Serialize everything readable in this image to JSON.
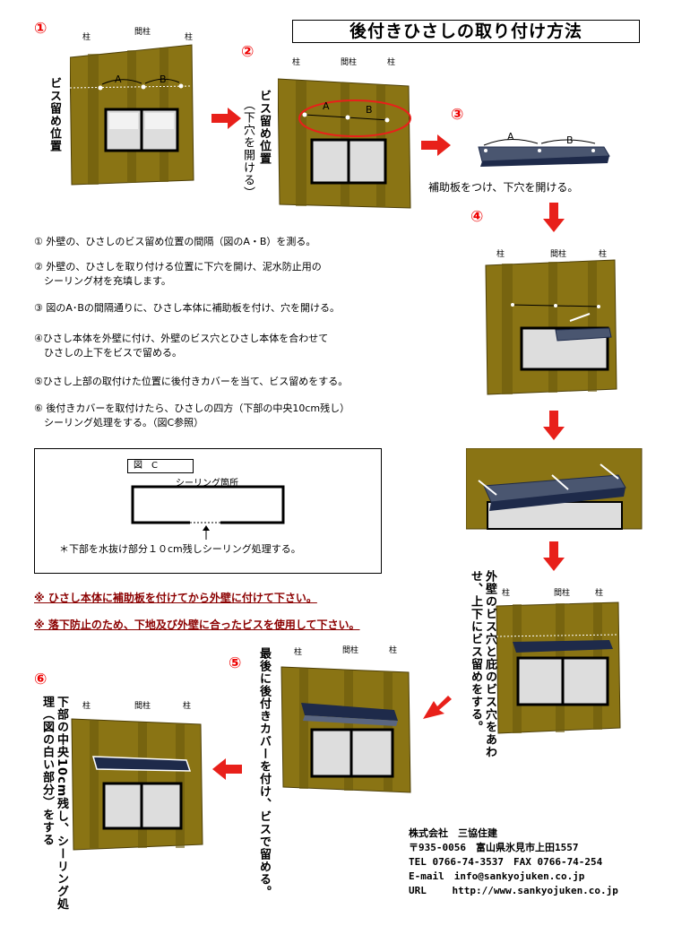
{
  "title": "後付きひさしの取り付け方法",
  "step_numbers": [
    "①",
    "②",
    "③",
    "④",
    "⑤",
    "⑥"
  ],
  "labels": {
    "pillar": "柱",
    "middle_pillar": "間柱",
    "a": "A",
    "b": "B",
    "step1_vertical": "ビス留め位置",
    "step2_vertical_1": "ビス留め位置",
    "step2_vertical_2": "（下穴を開ける）",
    "step3_caption": "補助板をつけ、下穴を開ける。",
    "step4_vertical": "外壁のビス穴と庇のビス穴をあわせ、上下にビス留めをする。",
    "step5_vertical": "最後に後付きカバーを付け、ビスで留める。",
    "step6_vertical": "下部の中央10cm残し、シーリング処理（図の白い部分）をする"
  },
  "instructions": [
    "① 外壁の、ひさしのビス留め位置の間隔（図のA・B）を測る。",
    "② 外壁の、ひさしを取り付ける位置に下穴を開け、泥水防止用の",
    "　シーリング材を充填します。",
    "③ 図のA･Bの間隔通りに、ひさし本体に補助板を付け、穴を開ける。",
    "④ひさし本体を外壁に付け、外壁のビス穴とひさし本体を合わせて",
    "　ひさしの上下をビスで留める。",
    "⑤ひさし上部の取付けた位置に後付きカバーを当て、ビス留めをする。",
    "⑥ 後付きカバーを取付けたら、ひさしの四方（下部の中央10cm残し）",
    "　シーリング処理をする。（図C参照）"
  ],
  "figure_c": {
    "label": "図　C",
    "sealing": "シーリング箇所",
    "note": "＊下部を水抜け部分１０cm残しシーリング処理する。"
  },
  "warnings": [
    "※ ひさし本体に補助板を付けてから外壁に付けて下さい。",
    "※  落下防止のため、下地及び外壁に合ったビスを使用して下さい。"
  ],
  "company": {
    "name": "株式会社　三協住建",
    "address": "〒935-0056　富山県氷見市上田1557",
    "tel": "TEL 0766-74-3537　FAX 0766-74-254",
    "email": "E-mail　info@sankyojuken.co.jp",
    "url": "URL　　 http://www.sankyojuken.co.jp"
  },
  "colors": {
    "wall": "#8a7414",
    "wall_dark": "#6b5a0c",
    "accent_red": "#e8201a",
    "awning": "#1e2a4a"
  }
}
